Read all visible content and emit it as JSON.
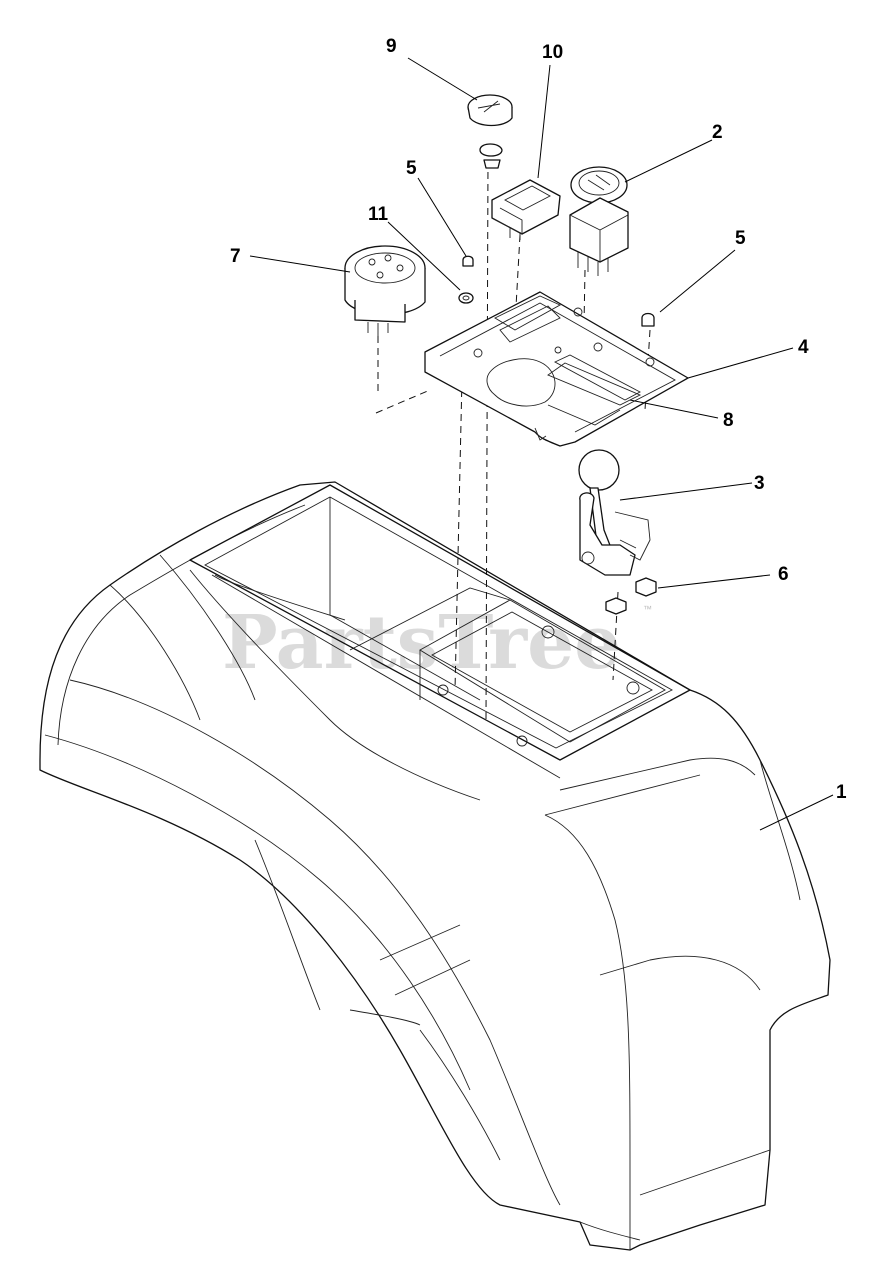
{
  "diagram": {
    "watermark": "PartsTree",
    "watermark_mark": "™",
    "callouts": [
      {
        "id": "callout-9",
        "label": "9"
      },
      {
        "id": "callout-10",
        "label": "10"
      },
      {
        "id": "callout-2",
        "label": "2"
      },
      {
        "id": "callout-5a",
        "label": "5"
      },
      {
        "id": "callout-11",
        "label": "11"
      },
      {
        "id": "callout-5b",
        "label": "5"
      },
      {
        "id": "callout-7",
        "label": "7"
      },
      {
        "id": "callout-4",
        "label": "4"
      },
      {
        "id": "callout-8",
        "label": "8"
      },
      {
        "id": "callout-3",
        "label": "3"
      },
      {
        "id": "callout-6",
        "label": "6"
      },
      {
        "id": "callout-1",
        "label": "1"
      }
    ]
  }
}
